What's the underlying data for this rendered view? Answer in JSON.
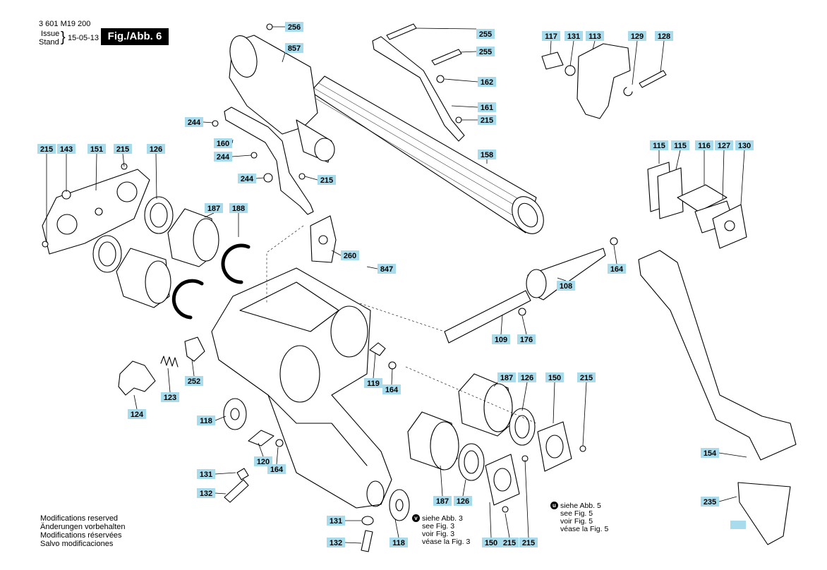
{
  "header": {
    "part_no": "3 601 M19 200",
    "issue_label": "Issue",
    "stand_label": "Stand",
    "date": "15-05-13",
    "figure": "Fig./Abb. 6"
  },
  "footer": {
    "lines": [
      "Modifications reserved",
      "Änderungen vorbehalten",
      "Modifications réservées",
      "Salvo modificaciones"
    ]
  },
  "notes": [
    {
      "bullet": "v",
      "lines": [
        "siehe Abb. 3",
        "see Fig. 3",
        "voir Fig. 3",
        "véase la Fig. 3"
      ]
    },
    {
      "bullet": "u",
      "lines": [
        "siehe Abb. 5",
        "see Fig. 5",
        "voir Fig. 5",
        "véase la Fig. 5"
      ]
    }
  ],
  "callouts": [
    "256",
    "857",
    "255",
    "255",
    "162",
    "161",
    "215",
    "117",
    "131",
    "113",
    "129",
    "128",
    "244",
    "160",
    "244",
    "244",
    "215",
    "158",
    "215",
    "143",
    "151",
    "215",
    "126",
    "187",
    "188",
    "115",
    "115",
    "116",
    "127",
    "130",
    "260",
    "847",
    "108",
    "164",
    "109",
    "176",
    "119",
    "164",
    "252",
    "124",
    "123",
    "187",
    "126",
    "150",
    "215",
    "118",
    "120",
    "164",
    "131",
    "132",
    "187",
    "126",
    "154",
    "235",
    "131",
    "132",
    "118",
    "150",
    "215",
    "215"
  ],
  "colors": {
    "callout_fill": "#a8dcec",
    "ink": "#000000"
  }
}
